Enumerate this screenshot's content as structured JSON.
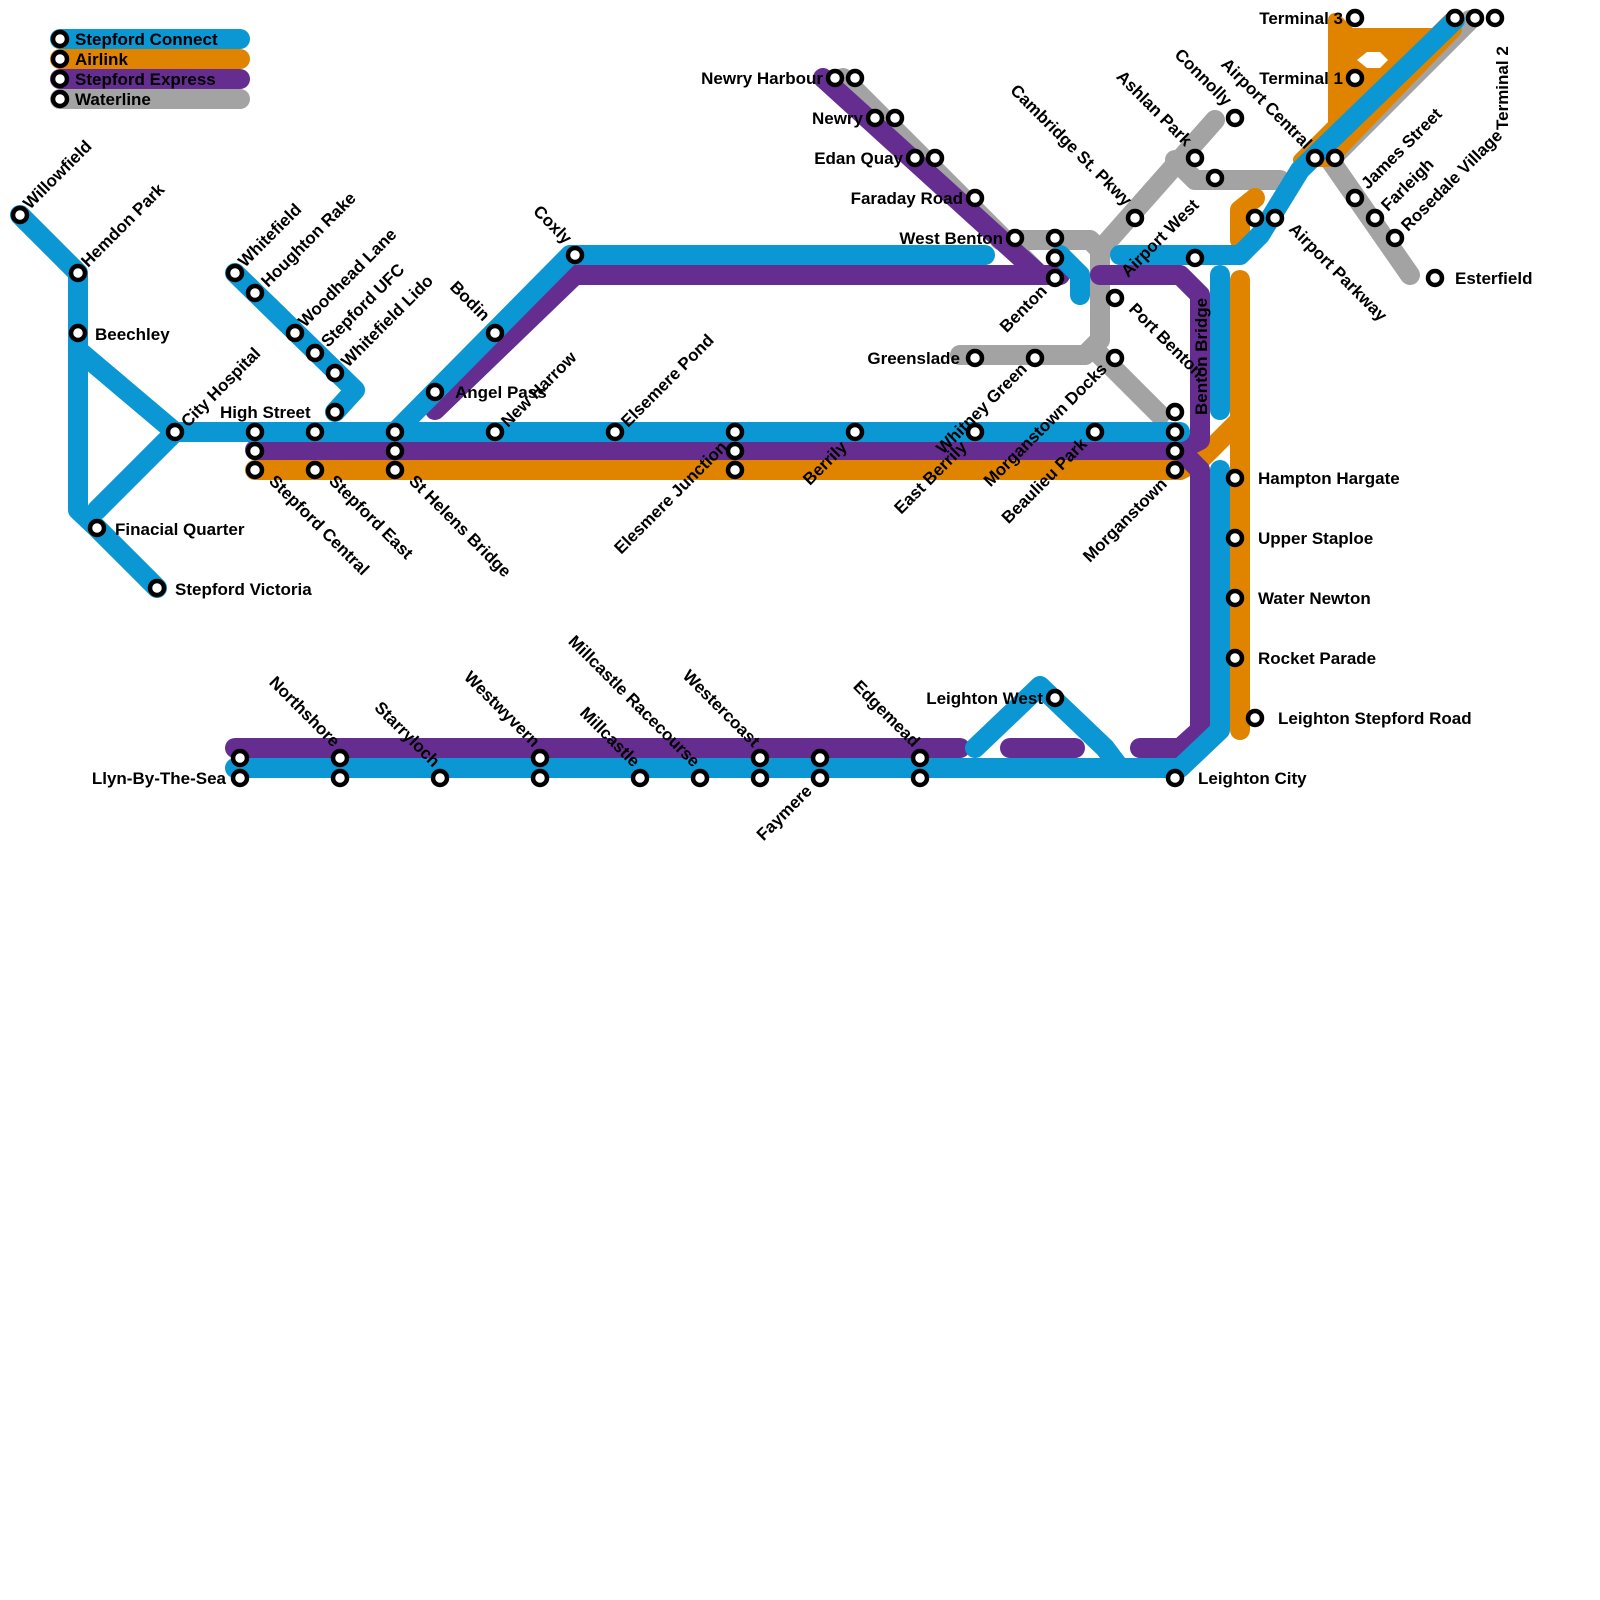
{
  "legend": [
    {
      "name": "Stepford Connect",
      "color": "#0b96d4"
    },
    {
      "name": "Airlink",
      "color": "#e08400"
    },
    {
      "name": "Stepford Express",
      "color": "#662d91"
    },
    {
      "name": "Waterline",
      "color": "#a3a3a3"
    }
  ],
  "stations": {
    "willowfield": "Willowfield",
    "hemdon_park": "Hemdon Park",
    "beechley": "Beechley",
    "city_hospital": "City Hospital",
    "finacial_quarter": "Finacial Quarter",
    "stepford_victoria": "Stepford Victoria",
    "whitefield": "Whitefield",
    "houghton_rake": "Houghton Rake",
    "woodhead_lane": "Woodhead Lane",
    "stepford_ufc": "Stepford UFC",
    "whitefield_lido": "Whitefield Lido",
    "high_street": "High Street",
    "stepford_central": "Stepford Central",
    "stepford_east": "Stepford East",
    "st_helens_bridge": "St Helens Bridge",
    "angel_pass": "Angel Pass",
    "bodin": "Bodin",
    "coxly": "Coxly",
    "new_harrow": "New Harrow",
    "elsemere_pond": "Elsemere Pond",
    "elesmere_junction": "Elesmere Junction",
    "berrily": "Berrily",
    "east_berrily": "East Berrily",
    "whitney_green": "Whitney Green",
    "morganstown_docks": "Morganstown Docks",
    "beaulieu_park": "Beaulieu Park",
    "morganstown": "Morganstown",
    "greenslade": "Greenslade",
    "newry_harbour": "Newry Harbour",
    "newry": "Newry",
    "edan_quay": "Edan Quay",
    "faraday_road": "Faraday Road",
    "west_benton": "West Benton",
    "benton": "Benton",
    "cambridge_st_pkwy": "Cambridge St. Pkwy",
    "ashlan_park": "Ashlan Park",
    "connolly": "Connolly",
    "airport_west": "Airport West",
    "port_benton": "Port Benton",
    "benton_bridge": "Benton Bridge",
    "airport_central": "Airport Central",
    "airport_parkway": "Airport Parkway",
    "terminal_3": "Terminal 3",
    "terminal_1": "Terminal 1",
    "terminal_2": "Terminal 2",
    "james_street": "James Street",
    "farleigh": "Farleigh",
    "rosedale_village": "Rosedale Village",
    "esterfield": "Esterfield",
    "hampton_hargate": "Hampton Hargate",
    "upper_staploe": "Upper Staploe",
    "water_newton": "Water Newton",
    "rocket_parade": "Rocket Parade",
    "leighton_stepford_road": "Leighton Stepford Road",
    "leighton_city": "Leighton City",
    "leighton_west": "Leighton West",
    "llyn_by_the_sea": "Llyn-By-The-Sea",
    "northshore": "Northshore",
    "starryloch": "Starryloch",
    "westwyvern": "Westwyvern",
    "millcastle": "Millcastle",
    "millcastle_racecourse": "Millcastle Racecourse",
    "westercoast": "Westercoast",
    "faymere": "Faymere",
    "edgemead": "Edgemead"
  }
}
